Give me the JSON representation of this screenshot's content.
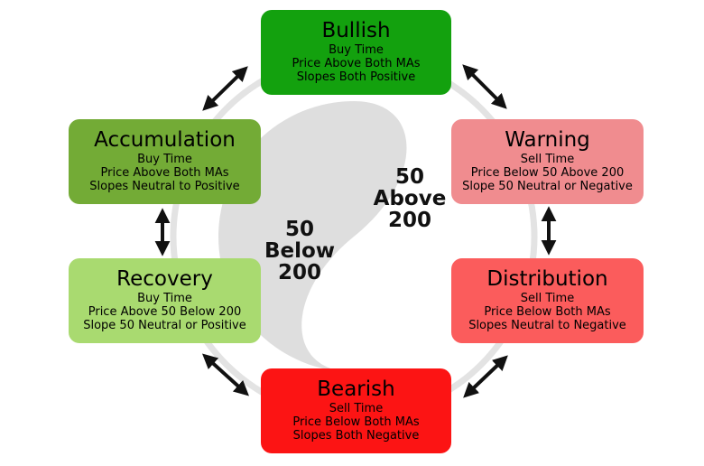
{
  "colors": {
    "bullish": "#13a10e",
    "warning": "#f08c8f",
    "distribution": "#fb5c5c",
    "bearish": "#fc1414",
    "recovery": "#a9da70",
    "accumulation": "#73ab36",
    "circle": "#dedede",
    "arrow": "#111111"
  },
  "phases": {
    "bullish": {
      "title": "Bullish",
      "lines": [
        "Buy Time",
        "Price Above Both MAs",
        "Slopes Both Positive"
      ]
    },
    "warning": {
      "title": "Warning",
      "lines": [
        "Sell Time",
        "Price Below 50 Above 200",
        "Slope 50 Neutral or Negative"
      ]
    },
    "distribution": {
      "title": "Distribution",
      "lines": [
        "Sell Time",
        "Price Below Both MAs",
        "Slopes Neutral to Negative"
      ]
    },
    "bearish": {
      "title": "Bearish",
      "lines": [
        "Sell Time",
        "Price Below Both MAs",
        "Slopes Both Negative"
      ]
    },
    "recovery": {
      "title": "Recovery",
      "lines": [
        "Buy Time",
        "Price Above 50 Below 200",
        "Slope 50 Neutral or Positive"
      ]
    },
    "accumulation": {
      "title": "Accumulation",
      "lines": [
        "Buy Time",
        "Price Above Both MAs",
        "Slopes Neutral to Positive"
      ]
    }
  },
  "center": {
    "above": [
      "50",
      "Above",
      "200"
    ],
    "below": [
      "50",
      "Below",
      "200"
    ]
  }
}
